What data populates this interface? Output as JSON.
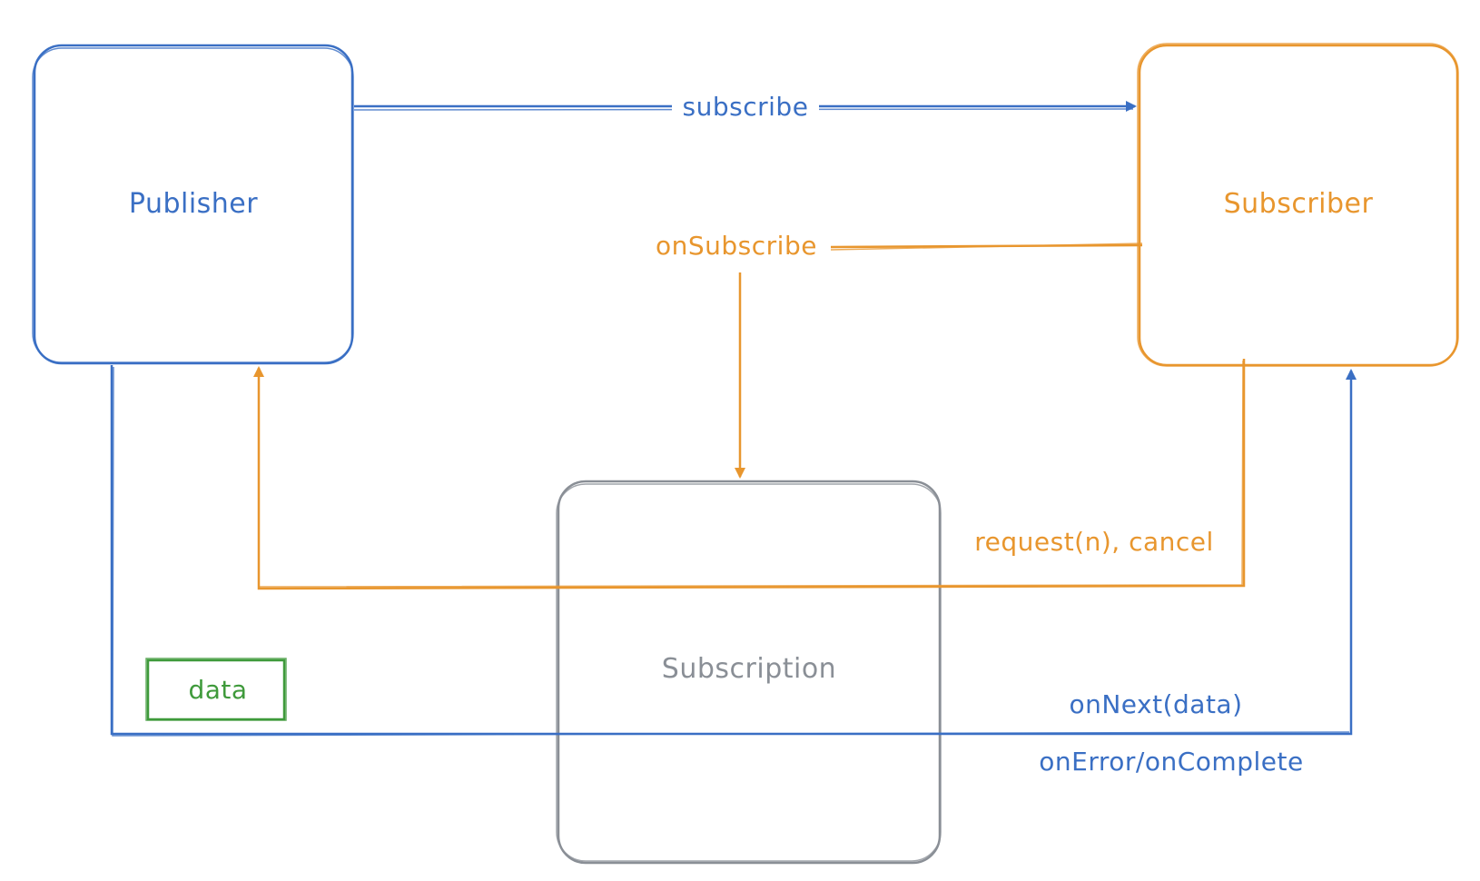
{
  "diagram": {
    "nodes": {
      "publisher": "Publisher",
      "subscriber": "Subscriber",
      "subscription": "Subscription",
      "data": "data"
    },
    "edges": {
      "subscribe": "subscribe",
      "on_subscribe": "onSubscribe",
      "request_cancel": "request(n), cancel",
      "on_next": "onNext(data)",
      "on_error_complete": "onError/onComplete"
    },
    "colors": {
      "blue": "#3a6fc4",
      "orange": "#e8962e",
      "gray": "#8a8f96",
      "green": "#3f9a3b"
    }
  }
}
